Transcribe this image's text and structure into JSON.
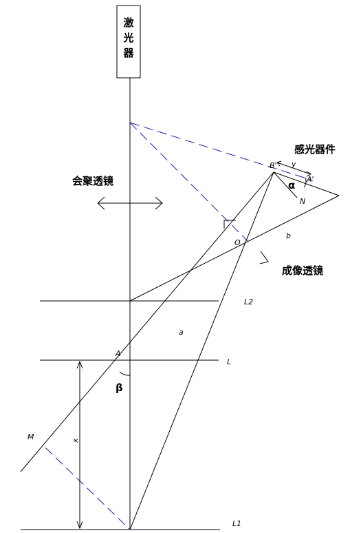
{
  "labels": {
    "laser": [
      "激",
      "光",
      "器"
    ],
    "converging_lens": "会聚透镜",
    "imaging_lens": "成像透镜",
    "sensor": "感光器件",
    "L2": "L2",
    "L": "L",
    "L1": "L1",
    "A": "A",
    "O": "O",
    "M": "M",
    "N": "N",
    "B_prime": "B'",
    "A_prime": "A'",
    "a": "a",
    "b": "b",
    "x": "x",
    "y": "y",
    "alpha": "α",
    "beta": "β"
  },
  "colors": {
    "line": "#000000",
    "dashed": "#1a1aa8"
  }
}
